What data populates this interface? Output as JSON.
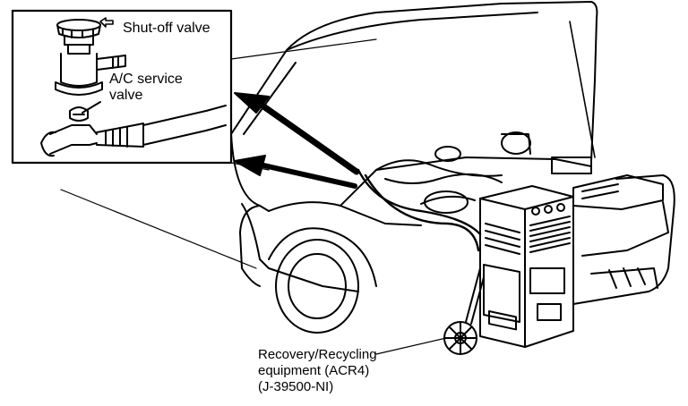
{
  "labels": {
    "shutoff_valve": "Shut-off valve",
    "ac_service_valve": [
      "A/C service",
      "valve"
    ],
    "recovery_equipment": [
      "Recovery/Recycling",
      "equipment (ACR4)",
      "(J-39500-NI)"
    ]
  },
  "colors": {
    "ink": "#000000",
    "paper": "#ffffff"
  }
}
